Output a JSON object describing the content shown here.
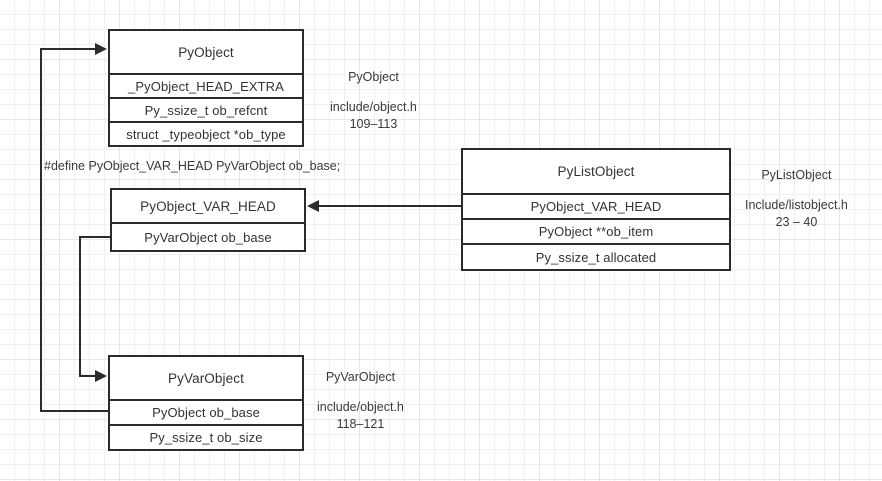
{
  "diagram": {
    "title_note": "#define PyObject_VAR_HEAD PyVarObject ob_base;",
    "boxes": [
      {
        "id": "pyobject",
        "header": "PyObject",
        "rows": [
          "_PyObject_HEAD_EXTRA",
          "Py_ssize_t ob_refcnt",
          "struct _typeobject *ob_type"
        ]
      },
      {
        "id": "pyobject_var_head",
        "header": "PyObject_VAR_HEAD",
        "rows": [
          "PyVarObject ob_base"
        ]
      },
      {
        "id": "pyvarobject",
        "header": "PyVarObject",
        "rows": [
          "PyObject ob_base",
          "Py_ssize_t ob_size"
        ]
      },
      {
        "id": "pylistobject",
        "header": "PyListObject",
        "rows": [
          "PyObject_VAR_HEAD",
          "PyObject **ob_item",
          "Py_ssize_t allocated"
        ]
      }
    ],
    "annotations": [
      {
        "id": "annot-pyobject",
        "title": "PyObject",
        "location": "include/object.h",
        "lines": "109–113"
      },
      {
        "id": "annot-pyvarobject",
        "title": "PyVarObject",
        "location": "include/object.h",
        "lines": "118–121"
      },
      {
        "id": "annot-pylistobject",
        "title": "PyListObject",
        "location": "Include/listobject.h",
        "lines": "23 – 40"
      }
    ],
    "colors": {
      "stroke": "#2b2b2b",
      "text": "#333333",
      "grid_minor": "#f0f0f0",
      "grid_major": "#e6e6e6",
      "background": "#ffffff"
    }
  }
}
